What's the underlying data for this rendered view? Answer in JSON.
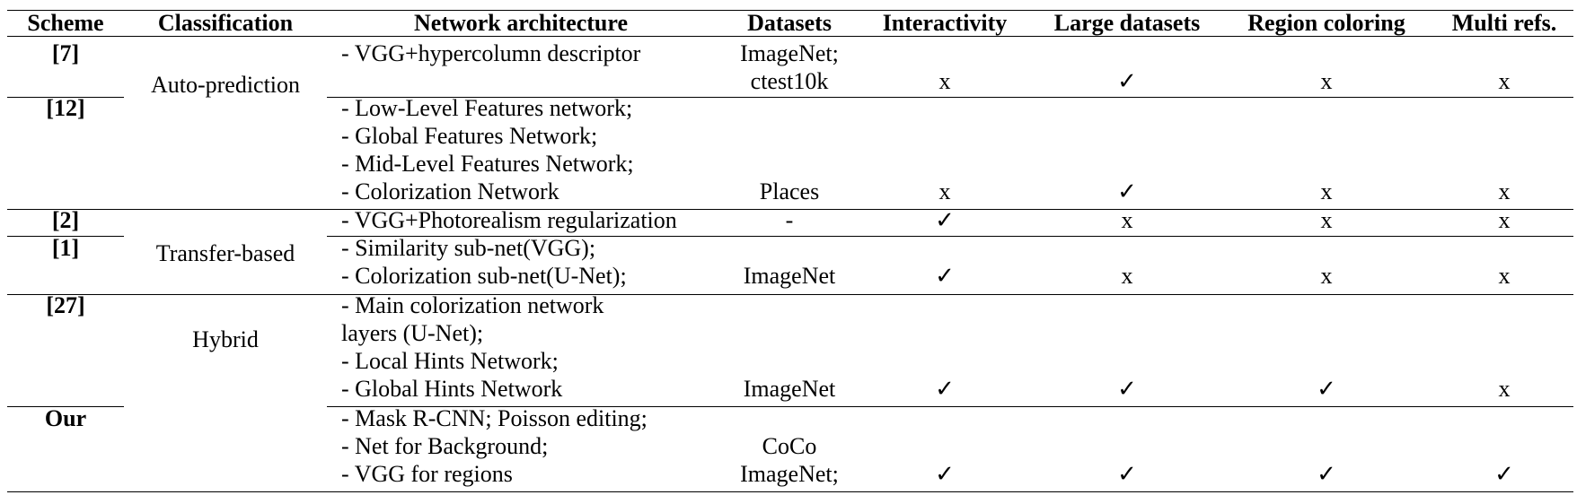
{
  "table": {
    "headers": {
      "scheme": "Scheme",
      "classification": "Classification",
      "network_architecture": "Network architecture",
      "datasets": "Datasets",
      "interactivity": "Interactivity",
      "large_datasets": "Large datasets",
      "region_coloring": "Region coloring",
      "multi_refs": "Multi refs."
    },
    "classifications": {
      "auto": "Auto-prediction",
      "transfer": "Transfer-based",
      "hybrid": "Hybrid"
    },
    "rows": [
      {
        "scheme": "[7]",
        "architecture": [
          "- VGG+hypercolumn descriptor"
        ],
        "datasets": [
          "ImageNet;",
          "ctest10k"
        ],
        "interactivity": "x",
        "large_datasets": "✓",
        "region_coloring": "x",
        "multi_refs": "x"
      },
      {
        "scheme": "[12]",
        "architecture": [
          "- Low-Level Features network;",
          "- Global Features Network;",
          "- Mid-Level Features Network;",
          "- Colorization Network"
        ],
        "datasets": [
          "Places"
        ],
        "interactivity": "x",
        "large_datasets": "✓",
        "region_coloring": "x",
        "multi_refs": "x"
      },
      {
        "scheme": "[2]",
        "architecture": [
          "- VGG+Photorealism regularization"
        ],
        "datasets": [
          "-"
        ],
        "interactivity": "✓",
        "large_datasets": "x",
        "region_coloring": "x",
        "multi_refs": "x"
      },
      {
        "scheme": "[1]",
        "architecture": [
          "- Similarity sub-net(VGG);",
          "- Colorization sub-net(U-Net);"
        ],
        "datasets": [
          "ImageNet"
        ],
        "interactivity": "✓",
        "large_datasets": "x",
        "region_coloring": "x",
        "multi_refs": "x"
      },
      {
        "scheme": "[27]",
        "architecture": [
          "- Main colorization network",
          "layers (U-Net);",
          "- Local Hints Network;",
          "- Global Hints Network"
        ],
        "datasets": [
          "ImageNet"
        ],
        "interactivity": "✓",
        "large_datasets": "✓",
        "region_coloring": "✓",
        "multi_refs": "x"
      },
      {
        "scheme": "Our",
        "architecture": [
          "- Mask R-CNN; Poisson editing;",
          "- Net for Background;",
          "- VGG for regions"
        ],
        "datasets": [
          "CoCo",
          "ImageNet;"
        ],
        "interactivity": "✓",
        "large_datasets": "✓",
        "region_coloring": "✓",
        "multi_refs": "✓"
      }
    ]
  }
}
